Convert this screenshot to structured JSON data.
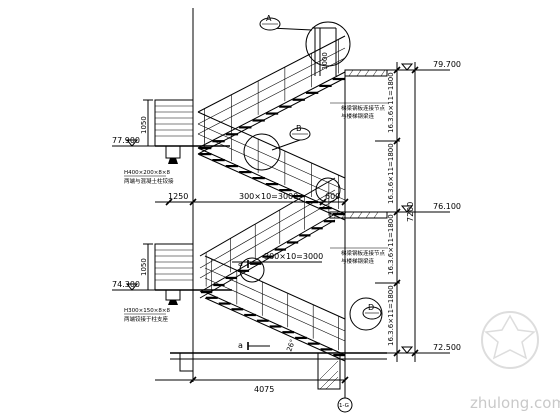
{
  "elevations": [
    "79.700",
    "77.900",
    "76.100",
    "74.300",
    "72.500"
  ],
  "dimensions": {
    "riser_label": "16.3.6×11=1800",
    "total_height": "7200",
    "run_label_upper": "300×10=3000",
    "run_label_lower": "300×10=3000",
    "landing_width": "1250",
    "landing_height": "1050",
    "landing_height_lower": "1050",
    "gap_width": "600",
    "overall_width": "4075",
    "rail_height": "1000",
    "slope_label": "26°"
  },
  "callouts": {
    "a_top": "A",
    "b": "B",
    "d": "D",
    "a_lower": "a",
    "a_upper": "a",
    "axis": "1-G"
  },
  "notes": {
    "beam_upper": "H400×200×8×8",
    "beam_upper_sub": "两端与混凝土柱铰接",
    "beam_lower": "H300×150×8×8",
    "beam_lower_sub": "两端铰接于柱支座",
    "joint_note_1": "梯梁钢板连接节点",
    "joint_note_1b": "与楼梯钢梁连",
    "joint_note_2": "梯梁钢板连接节点",
    "joint_note_2b": "与楼梯钢梁连"
  },
  "watermark": "zhulong.com"
}
